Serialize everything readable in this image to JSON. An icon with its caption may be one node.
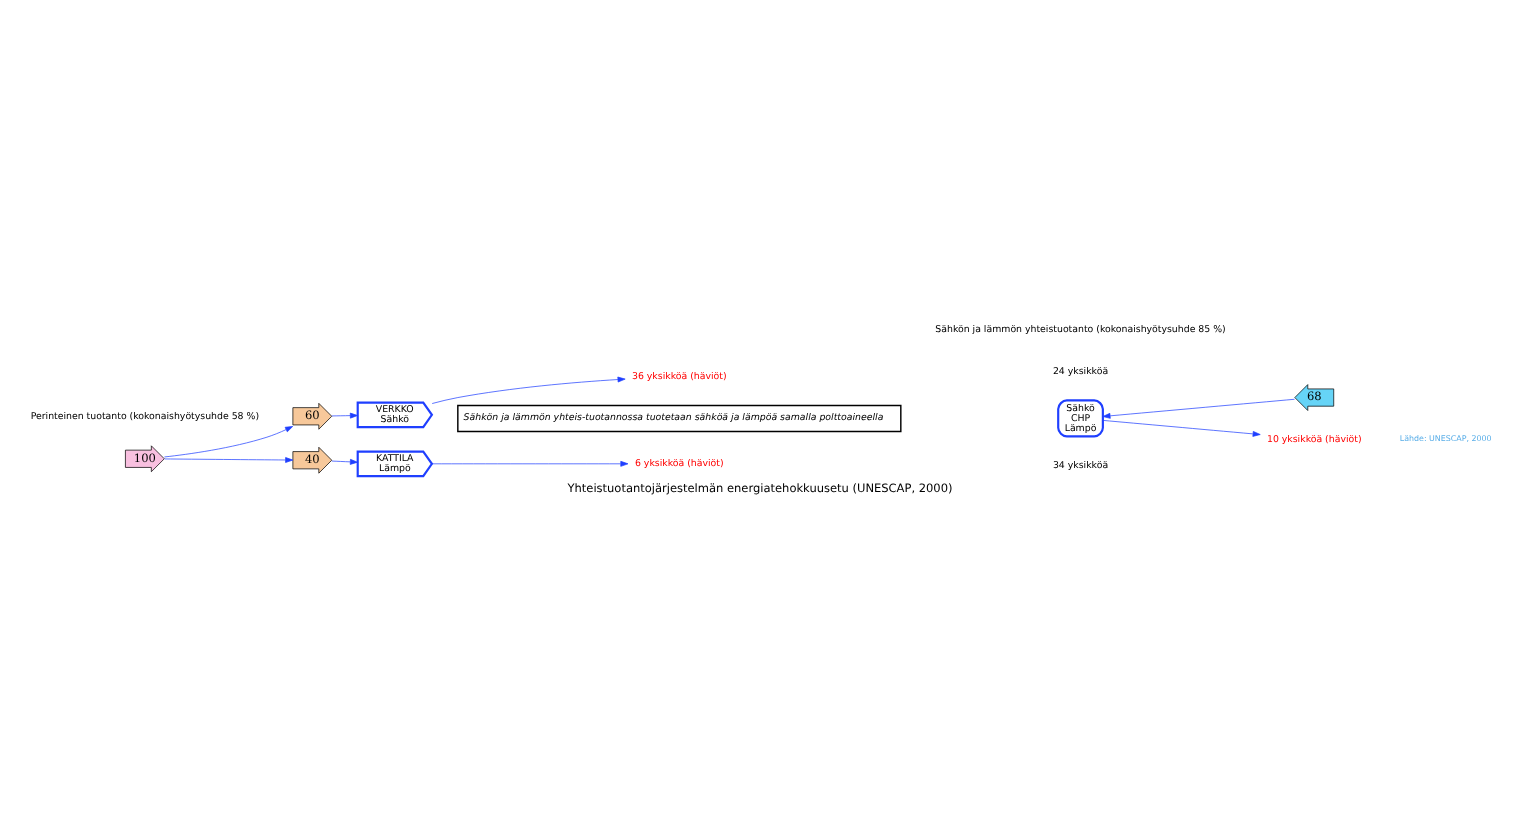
{
  "diagram": {
    "caption": "Yhteistuotantojärjestelmän energiatehokkuusetu (UNESCAP, 2000)",
    "nodes": [
      {
        "text": [
          "100"
        ]
      },
      {
        "text": [
          "60"
        ]
      },
      {
        "text": [
          "40"
        ]
      },
      {
        "text": [
          "VERKKO",
          "Sähkö"
        ]
      },
      {
        "text": [
          "KATTILA",
          "Lämpö"
        ]
      },
      {
        "text": [
          "36 yksikköä (häviöt)"
        ]
      },
      {
        "text": [
          "6 yksikköä (häviöt)"
        ]
      },
      {
        "text": [
          "Sähkön ja lämmön yhteis-tuotannossa tuotetaan sähköä ja lämpöä samalla polttoaineella"
        ]
      },
      {
        "text": [
          "Sähkö",
          "CHP",
          "Lämpö"
        ]
      },
      {
        "text": [
          "68"
        ]
      },
      {
        "text": [
          "10 yksikköä (häviöt)"
        ]
      }
    ],
    "edges": [
      {
        "from": 0,
        "to": 1,
        "arrow": "to"
      },
      {
        "from": 0,
        "to": 2,
        "arrow": "to"
      },
      {
        "from": 1,
        "to": 3,
        "arrow": "to"
      },
      {
        "from": 2,
        "to": 4,
        "arrow": "to"
      },
      {
        "from": 3,
        "to": 5,
        "arrow": "to"
      },
      {
        "from": 4,
        "to": 6,
        "arrow": "to"
      },
      {
        "from": 9,
        "to": 8,
        "arrow": "to"
      },
      {
        "from": 8,
        "to": 10,
        "arrow": "to"
      }
    ],
    "labels": [
      "Perinteinen tuotanto (kokonaishyötysuhde 58 %)",
      "Sähkön ja lämmön yhteistuotanto (kokonaishyötysuhde 85 %)",
      "24 yksikköä",
      "34 yksikköä",
      "Lähde: UNESCAP, 2000"
    ]
  }
}
